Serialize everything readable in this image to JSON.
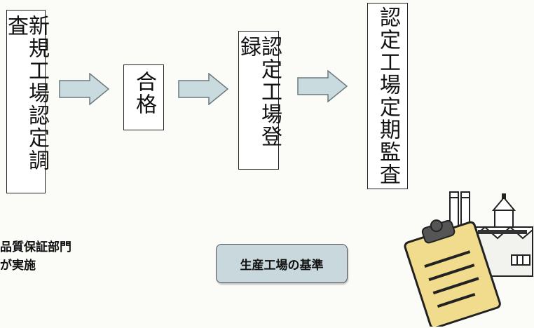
{
  "steps": [
    {
      "label": "新規工場認定調査"
    },
    {
      "label": "合格"
    },
    {
      "label": "認定工場登録"
    },
    {
      "label": "認定工場定期監査"
    }
  ],
  "note": "品質保証部門\nが実施",
  "standard_label": "生産工場の基準",
  "colors": {
    "arrow_fill": "#c9dbdf",
    "box_border": "#222222",
    "pill_fill": "#c8d8dc"
  },
  "illustration": "factory-clipboard-icon"
}
